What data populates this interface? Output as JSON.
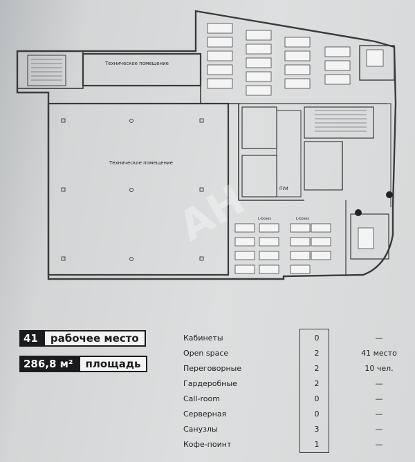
{
  "floor_plan": {
    "labels": {
      "tech_room_small": "Техническое помещение",
      "tech_room_large": "Техническое помещение",
      "locker_room_label": "ПУИ",
      "lockers_a": "L-boxes",
      "lockers_b": "L-boxes",
      "watermark": "AH"
    }
  },
  "summary": {
    "workplaces": {
      "number": "41",
      "label": "рабочее место"
    },
    "area": {
      "number": "286,8 м²",
      "label": "площадь"
    }
  },
  "rooms": [
    {
      "name": "Кабинеты",
      "count": "0",
      "extra": "—"
    },
    {
      "name": "Open space",
      "count": "2",
      "extra": "41 место"
    },
    {
      "name": "Переговорные",
      "count": "2",
      "extra": "10 чел."
    },
    {
      "name": "Гардеробные",
      "count": "2",
      "extra": "—"
    },
    {
      "name": "Call-room",
      "count": "0",
      "extra": "—"
    },
    {
      "name": "Серверная",
      "count": "0",
      "extra": "—"
    },
    {
      "name": "Санузлы",
      "count": "3",
      "extra": "—"
    },
    {
      "name": "Кофе-поинт",
      "count": "1",
      "extra": "—"
    }
  ],
  "colors": {
    "dark": "#1b1b1d",
    "line": "#3a3a3a",
    "paper": "#d8dadb"
  }
}
